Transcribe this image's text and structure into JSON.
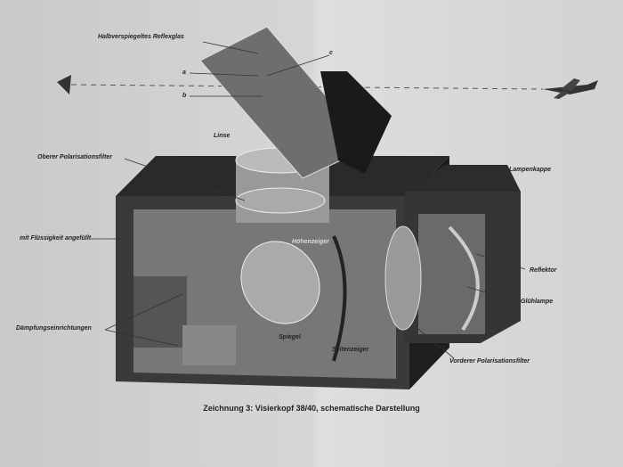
{
  "labels": {
    "reflexglas": "Halbverspiegeltes Reflexglas",
    "a": "a",
    "b": "b",
    "c": "c",
    "linse": "Linse",
    "oberer_filter": "Oberer Polarisationsfilter",
    "fluessigkeit": "mit Flüssigkeit angefüllt",
    "daempfung": "Dämpfungseinrichtungen",
    "hoehenzeiger": "Höhenzeiger",
    "spiegel": "Spiegel",
    "seitenzeiger": "Seitenzeiger",
    "lampenkappe": "Lampenkappe",
    "reflektor": "Reflektor",
    "gluehlampe": "Glühlampe",
    "vorderer_filter": "Vorderer Polarisationsfilter"
  },
  "caption": "Zeichnung 3: Visierkopf 38/40, schematische Darstellung",
  "icons": [
    "eye-icon",
    "airplane-icon"
  ]
}
